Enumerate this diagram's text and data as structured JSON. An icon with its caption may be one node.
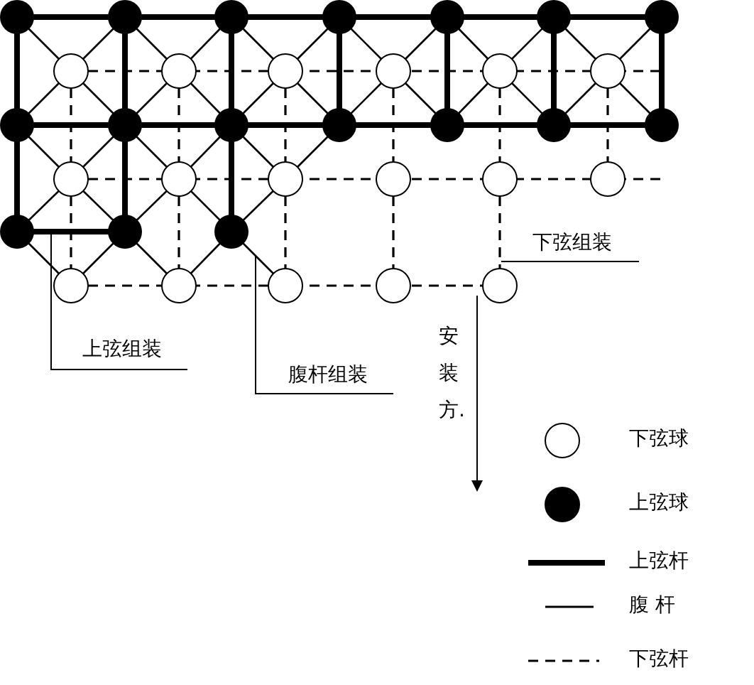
{
  "diagram": {
    "nodes": [
      {
        "text": [
          "上弦组装"
        ]
      },
      {
        "text": [
          "腹杆组装"
        ]
      },
      {
        "text": [
          "下弦组装"
        ]
      }
    ],
    "edges": [
      {
        "from": 0,
        "to": null,
        "arrow": "none"
      },
      {
        "from": 1,
        "to": null,
        "arrow": "none"
      },
      {
        "from": 2,
        "to": null,
        "arrow": "none"
      }
    ],
    "labels": [
      "安装方."
    ],
    "legend": [
      {
        "text": "下弦球"
      },
      {
        "text": "上弦球"
      },
      {
        "text": "上弦杆"
      },
      {
        "text": "腹 杆"
      },
      {
        "text": "下弦杆"
      }
    ]
  }
}
